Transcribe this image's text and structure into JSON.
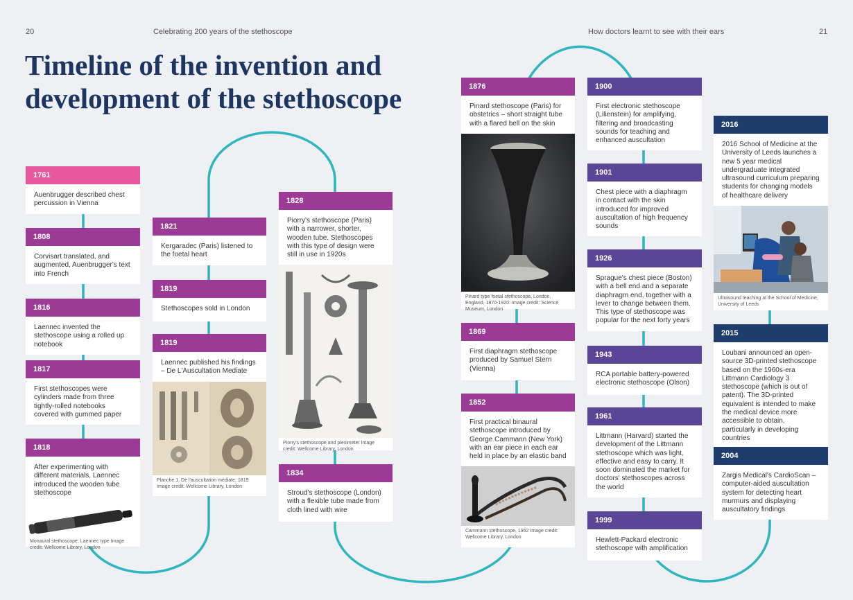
{
  "header": {
    "left_page_number": "20",
    "left_running_title": "Celebrating 200 years of the stethoscope",
    "right_running_title": "How doctors learnt to see with their ears",
    "right_page_number": "21"
  },
  "title": "Timeline of the invention and development of the stethoscope",
  "colors": {
    "pink": "#e8589e",
    "purple": "#9c3b96",
    "violet": "#5b4597",
    "navy": "#1f3d6c",
    "timeline_line": "#2eb6bf"
  },
  "events": {
    "e1761": {
      "year": "1761",
      "text": "Auenbrugger described chest percussion in Vienna"
    },
    "e1808": {
      "year": "1808",
      "text": "Corvisart translated, and augmented, Auenbrugger's text into French"
    },
    "e1816": {
      "year": "1816",
      "text": "Laennec invented the stethoscope using a rolled up notebook"
    },
    "e1817": {
      "year": "1817",
      "text": "First stethoscopes were cylinders made from three tightly-rolled notebooks covered with gummed paper"
    },
    "e1818": {
      "year": "1818",
      "text": "After experimenting with different materials, Laennec introduced the wooden tube stethoscope",
      "caption": "Monaural stethoscope; Laennec type Image credit: Wellcome Library, London"
    },
    "e1821": {
      "year": "1821",
      "text": "Kergaradec (Paris) listened to the foetal heart"
    },
    "e1819a": {
      "year": "1819",
      "text": "Stethoscopes sold in London"
    },
    "e1819b": {
      "year": "1819",
      "text": "Laennec published his findings – De L'Auscultation Mediate",
      "caption": "Planche 1, De l'auscultation médiate, 1819 Image credit: Wellcome Library, London"
    },
    "e1828": {
      "year": "1828",
      "text": "Piorry's stethoscope (Paris) with a narrower, shorter, wooden tube. Stethoscopes with this type of design were still in use in 1920s",
      "caption": "Piorry's stethoscope and pleximeter Image credit: Wellcome Library, London"
    },
    "e1834": {
      "year": "1834",
      "text": "Stroud's stethoscope (London) with a flexible tube made from cloth lined with wire"
    },
    "e1876": {
      "year": "1876",
      "text": "Pinard stethoscope (Paris) for obstetrics – short straight tube with a flared bell on the skin",
      "caption": "Pinard type foetal stethoscope, London, England, 1870-1920. Image credit: Science Museum, London"
    },
    "e1869": {
      "year": "1869",
      "text": "First diaphragm stethoscope produced by Samuel Stern (Vienna)"
    },
    "e1852": {
      "year": "1852",
      "text": "First practical binaural stethoscope introduced by George Cammann (New York) with an ear piece in each ear held in place by an elastic band",
      "caption": "Cammann stethoscope, 1952 Image credit: Wellcome Library, London"
    },
    "e1900": {
      "year": "1900",
      "text": "First electronic stethoscope (Lilienstein) for amplifying, filtering and broadcasting sounds for teaching and enhanced auscultation"
    },
    "e1901": {
      "year": "1901",
      "text": "Chest piece with a diaphragm in contact with the skin introduced for improved auscultation of high frequency sounds"
    },
    "e1926": {
      "year": "1926",
      "text": "Sprague's chest piece (Boston) with a bell end and a separate diaphragm end, together with a lever to change between them. This type of stethoscope was popular for the next forty years"
    },
    "e1943": {
      "year": "1943",
      "text": "RCA portable battery-powered electronic stethoscope (Olson)"
    },
    "e1961": {
      "year": "1961",
      "text": "Littmann (Harvard) started the development of the Littmann stethoscope which was light, effective and easy to carry. It soon dominated the market for doctors' stethoscopes across the world"
    },
    "e1999": {
      "year": "1999",
      "text": "Hewlett-Packard electronic stethoscope with amplification"
    },
    "e2016": {
      "year": "2016",
      "text": "2016 School of Medicine at the University of Leeds launches a new 5 year medical undergraduate integrated ultrasound curriculum preparing students for changing models of healthcare delivery",
      "caption": "Ultrasound teaching at the School of Medicine, University of Leeds"
    },
    "e2015": {
      "year": "2015",
      "text": "Loubani announced an open-source 3D-printed stethoscope based on the 1960s-era Littmann Cardiology 3 stethoscope (which is out of patent). The 3D-printed equivalent is intended to make the medical device more accessible to obtain, particularly in developing countries"
    },
    "e2004": {
      "year": "2004",
      "text": "Zargis Medical's CardioScan – computer-aided auscultation system for detecting heart murmurs and displaying auscultatory findings"
    }
  }
}
